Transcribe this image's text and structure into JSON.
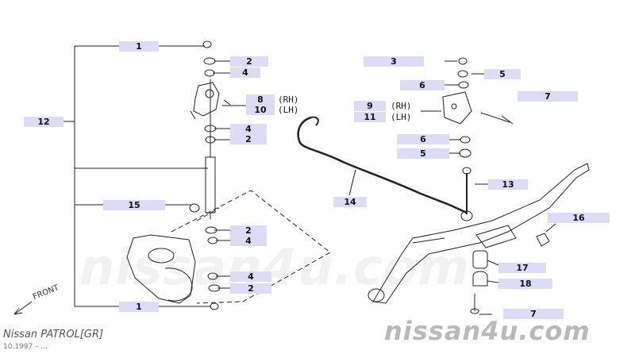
{
  "callouts": [
    {
      "id": "c1a",
      "label": "1"
    },
    {
      "id": "c2a",
      "label": "2"
    },
    {
      "id": "c4a",
      "label": "4"
    },
    {
      "id": "c8",
      "label": "8"
    },
    {
      "id": "c10",
      "label": "10"
    },
    {
      "id": "c4b",
      "label": "4"
    },
    {
      "id": "c2b",
      "label": "2"
    },
    {
      "id": "c12",
      "label": "12"
    },
    {
      "id": "c15",
      "label": "15"
    },
    {
      "id": "c2c",
      "label": "2"
    },
    {
      "id": "c4c",
      "label": "4"
    },
    {
      "id": "c4d",
      "label": "4"
    },
    {
      "id": "c2d",
      "label": "2"
    },
    {
      "id": "c1b",
      "label": "1"
    },
    {
      "id": "c3",
      "label": "3"
    },
    {
      "id": "c6a",
      "label": "6"
    },
    {
      "id": "c5a",
      "label": "5"
    },
    {
      "id": "c7a",
      "label": "7"
    },
    {
      "id": "c9",
      "label": "9"
    },
    {
      "id": "c11",
      "label": "11"
    },
    {
      "id": "c6b",
      "label": "6"
    },
    {
      "id": "c5b",
      "label": "5"
    },
    {
      "id": "c13",
      "label": "13"
    },
    {
      "id": "c14",
      "label": "14"
    },
    {
      "id": "c16",
      "label": "16"
    },
    {
      "id": "c17",
      "label": "17"
    },
    {
      "id": "c18",
      "label": "18"
    },
    {
      "id": "c7b",
      "label": "7"
    }
  ],
  "side_labels": {
    "rh_8": "(RH)",
    "lh_10": "(LH)",
    "rh_9": "(RH)",
    "lh_11": "(LH)"
  },
  "front_label": "FRONT",
  "caption": "Nissan PATROL[GR]",
  "date": "10.1997 – ...",
  "watermark_center": "nissan4u.com",
  "watermark_corner": "nissan4u.com"
}
